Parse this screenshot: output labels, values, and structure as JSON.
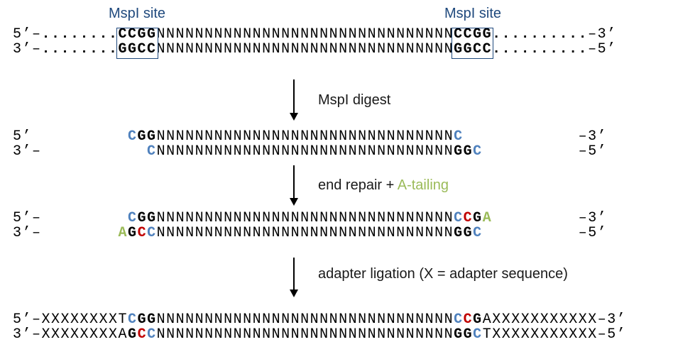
{
  "colors": {
    "dark_blue": "#1F497D",
    "blue": "#4F81BD",
    "red": "#C00000",
    "olive": "#9BBB59",
    "black": "#000000"
  },
  "annotations": {
    "site_label_left": "MspI site",
    "site_label_right": "MspI site"
  },
  "steps": [
    {
      "label": "MspI digest"
    },
    {
      "label_prefix": "end repair + ",
      "label_highlight": "A-tailing"
    },
    {
      "label": "adapter ligation (X = adapter sequence)"
    }
  ],
  "sequences": {
    "original_top": [
      [
        "5’–",
        "p"
      ],
      [
        "........",
        "b"
      ],
      [
        "CCGG",
        "b"
      ],
      [
        "NNNNNNNNNNNNNNNNNNNNNNNNNNNNNNN",
        "p"
      ],
      [
        "CCGG",
        "b"
      ],
      [
        "..........",
        "b"
      ],
      [
        "–3’",
        "p"
      ]
    ],
    "original_bottom": [
      [
        "3’–",
        "p"
      ],
      [
        "........",
        "b"
      ],
      [
        "GGCC",
        "b"
      ],
      [
        "NNNNNNNNNNNNNNNNNNNNNNNNNNNNNNN",
        "p"
      ],
      [
        "GGCC",
        "b"
      ],
      [
        "..........",
        "b"
      ],
      [
        "–5’",
        "p"
      ]
    ],
    "digested_top": [
      [
        "5’          ",
        "p"
      ],
      [
        "C",
        "blue"
      ],
      [
        "GG",
        "b"
      ],
      [
        "NNNNNNNNNNNNNNNNNNNNNNNNNNNNNNN",
        "p"
      ],
      [
        "C",
        "blue"
      ],
      [
        "            ",
        "p"
      ],
      [
        "–3’",
        "p"
      ]
    ],
    "digested_bottom": [
      [
        "3’–",
        "p"
      ],
      [
        "           ",
        "p"
      ],
      [
        "C",
        "blue"
      ],
      [
        "NNNNNNNNNNNNNNNNNNNNNNNNNNNNNNN",
        "p"
      ],
      [
        "GG",
        "b"
      ],
      [
        "C",
        "blue"
      ],
      [
        "          ",
        "p"
      ],
      [
        "–5’",
        "p"
      ]
    ],
    "repaired_top": [
      [
        "5’–",
        "p"
      ],
      [
        "         ",
        "p"
      ],
      [
        "C",
        "blue"
      ],
      [
        "GG",
        "b"
      ],
      [
        "NNNNNNNNNNNNNNNNNNNNNNNNNNNNNNN",
        "p"
      ],
      [
        "C",
        "blue"
      ],
      [
        "C",
        "red"
      ],
      [
        "G",
        "b"
      ],
      [
        "A",
        "olive"
      ],
      [
        "         ",
        "p"
      ],
      [
        "–3’",
        "p"
      ]
    ],
    "repaired_bottom": [
      [
        "3’–",
        "p"
      ],
      [
        "        ",
        "p"
      ],
      [
        "A",
        "olive"
      ],
      [
        "G",
        "b"
      ],
      [
        "C",
        "red"
      ],
      [
        "C",
        "blue"
      ],
      [
        "NNNNNNNNNNNNNNNNNNNNNNNNNNNNNNN",
        "p"
      ],
      [
        "GG",
        "b"
      ],
      [
        "C",
        "blue"
      ],
      [
        "          ",
        "p"
      ],
      [
        "–5’",
        "p"
      ]
    ],
    "ligated_top": [
      [
        "5’–",
        "p"
      ],
      [
        "XXXXXXXX",
        "p"
      ],
      [
        "T",
        "p"
      ],
      [
        "C",
        "blue"
      ],
      [
        "GG",
        "b"
      ],
      [
        "NNNNNNNNNNNNNNNNNNNNNNNNNNNNNNN",
        "p"
      ],
      [
        "C",
        "blue"
      ],
      [
        "C",
        "red"
      ],
      [
        "G",
        "b"
      ],
      [
        "A",
        "p"
      ],
      [
        "XXXXXXXXXXX",
        "p"
      ],
      [
        "–3’",
        "p"
      ]
    ],
    "ligated_bottom": [
      [
        "3’–",
        "p"
      ],
      [
        "XXXXXXXX",
        "p"
      ],
      [
        "A",
        "p"
      ],
      [
        "G",
        "b"
      ],
      [
        "C",
        "red"
      ],
      [
        "C",
        "blue"
      ],
      [
        "NNNNNNNNNNNNNNNNNNNNNNNNNNNNNNN",
        "p"
      ],
      [
        "GG",
        "b"
      ],
      [
        "C",
        "blue"
      ],
      [
        "T",
        "p"
      ],
      [
        "XXXXXXXXXXX",
        "p"
      ],
      [
        "–5’",
        "p"
      ]
    ]
  }
}
